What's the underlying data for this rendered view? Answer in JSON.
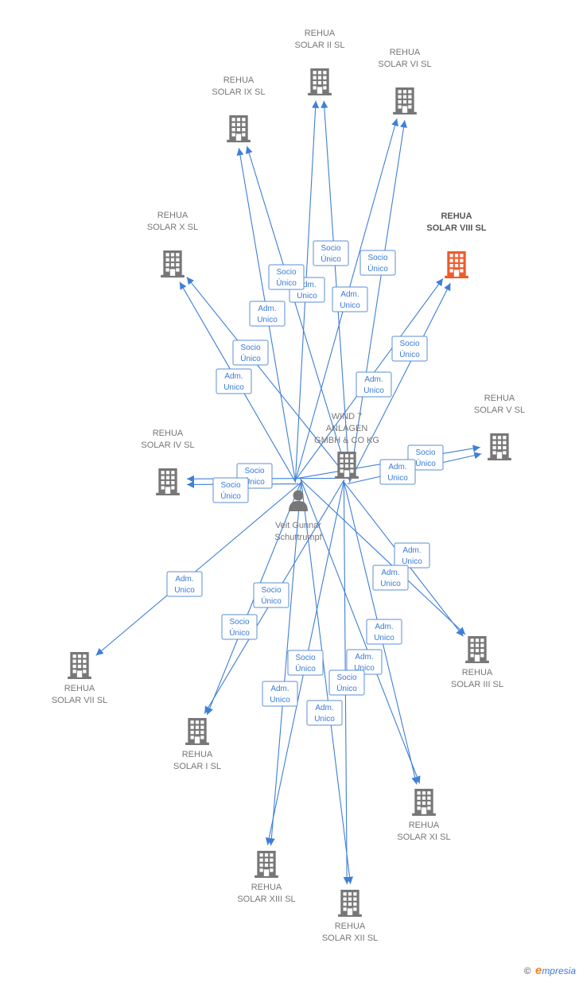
{
  "colors": {
    "edge": "#3f7fd6",
    "building": "#777777",
    "building_highlight": "#f05a28",
    "person": "#777777"
  },
  "nodes": [
    {
      "id": "s2",
      "type": "company",
      "line1": "REHUA",
      "line2": "SOLAR II SL"
    },
    {
      "id": "s6",
      "type": "company",
      "line1": "REHUA",
      "line2": "SOLAR VI SL"
    },
    {
      "id": "s9",
      "type": "company",
      "line1": "REHUA",
      "line2": "SOLAR IX SL"
    },
    {
      "id": "s10",
      "type": "company",
      "line1": "REHUA",
      "line2": "SOLAR X SL"
    },
    {
      "id": "s8",
      "type": "company",
      "line1": "REHUA",
      "line2": "SOLAR VIII SL",
      "highlight": true
    },
    {
      "id": "s5",
      "type": "company",
      "line1": "REHUA",
      "line2": "SOLAR V SL"
    },
    {
      "id": "s4",
      "type": "company",
      "line1": "REHUA",
      "line2": "SOLAR IV SL"
    },
    {
      "id": "wind",
      "type": "company",
      "line1": "WIND 7",
      "line2": "ANLAGEN",
      "line3": "GMBH & CO KG"
    },
    {
      "id": "veit",
      "type": "person",
      "line1": "Veit Gunnar",
      "line2": "Schuttrumpf"
    },
    {
      "id": "s7",
      "type": "company",
      "line1": "REHUA",
      "line2": "SOLAR VII SL"
    },
    {
      "id": "s3",
      "type": "company",
      "line1": "REHUA",
      "line2": "SOLAR III SL"
    },
    {
      "id": "s1",
      "type": "company",
      "line1": "REHUA",
      "line2": "SOLAR I SL"
    },
    {
      "id": "s11",
      "type": "company",
      "line1": "REHUA",
      "line2": "SOLAR XI SL"
    },
    {
      "id": "s13",
      "type": "company",
      "line1": "REHUA",
      "line2": "SOLAR XIII SL"
    },
    {
      "id": "s12",
      "type": "company",
      "line1": "REHUA",
      "line2": "SOLAR XII SL"
    }
  ],
  "edges": [
    {
      "from": "veit",
      "to": "s2"
    },
    {
      "from": "wind",
      "to": "s2"
    },
    {
      "from": "veit",
      "to": "s6"
    },
    {
      "from": "wind",
      "to": "s6"
    },
    {
      "from": "veit",
      "to": "s9"
    },
    {
      "from": "wind",
      "to": "s9"
    },
    {
      "from": "veit",
      "to": "s10"
    },
    {
      "from": "wind",
      "to": "s10"
    },
    {
      "from": "veit",
      "to": "s8"
    },
    {
      "from": "wind",
      "to": "s8"
    },
    {
      "from": "veit",
      "to": "s5"
    },
    {
      "from": "wind",
      "to": "s5"
    },
    {
      "from": "veit",
      "to": "s4"
    },
    {
      "from": "wind",
      "to": "s4"
    },
    {
      "from": "veit",
      "to": "s7"
    },
    {
      "from": "veit",
      "to": "s3"
    },
    {
      "from": "wind",
      "to": "s3"
    },
    {
      "from": "veit",
      "to": "s1"
    },
    {
      "from": "wind",
      "to": "s1"
    },
    {
      "from": "veit",
      "to": "s11"
    },
    {
      "from": "wind",
      "to": "s11"
    },
    {
      "from": "veit",
      "to": "s13"
    },
    {
      "from": "wind",
      "to": "s13"
    },
    {
      "from": "veit",
      "to": "s12"
    },
    {
      "from": "wind",
      "to": "s12"
    }
  ],
  "relation_labels": [
    {
      "line1": "Socio",
      "line2": "Único"
    },
    {
      "line1": "Socio",
      "line2": "Único"
    },
    {
      "line1": "Adm.",
      "line2": "Unico"
    },
    {
      "line1": "Socio",
      "line2": "Único"
    },
    {
      "line1": "Adm.",
      "line2": "Unico"
    },
    {
      "line1": "Adm.",
      "line2": "Unico"
    },
    {
      "line1": "Socio",
      "line2": "Único"
    },
    {
      "line1": "Socio",
      "line2": "Único"
    },
    {
      "line1": "Adm.",
      "line2": "Unico"
    },
    {
      "line1": "Adm.",
      "line2": "Unico"
    },
    {
      "line1": "Socio",
      "line2": "Único"
    },
    {
      "line1": "Adm.",
      "line2": "Unico"
    },
    {
      "line1": "Socio",
      "line2": "Único"
    },
    {
      "line1": "Socio",
      "line2": "Único"
    },
    {
      "line1": "Adm.",
      "line2": "Unico"
    },
    {
      "line1": "Adm.",
      "line2": "Unico"
    },
    {
      "line1": "Socio",
      "line2": "Único"
    },
    {
      "line1": "Adm.",
      "line2": "Unico"
    },
    {
      "line1": "Socio",
      "line2": "Único"
    },
    {
      "line1": "Adm.",
      "line2": "Unico"
    },
    {
      "line1": "Adm.",
      "line2": "Unico"
    },
    {
      "line1": "Socio",
      "line2": "Único"
    },
    {
      "line1": "Adm.",
      "line2": "Unico"
    },
    {
      "line1": "Socio",
      "line2": "Único"
    },
    {
      "line1": "Adm.",
      "line2": "Unico"
    },
    {
      "line1": "Socio",
      "line2": "Único"
    },
    {
      "line1": "Adm.",
      "line2": "Unico"
    },
    {
      "line1": "Adm.",
      "line2": "Unico"
    }
  ],
  "footer": {
    "copyright": "©",
    "brand_initial": "e",
    "brand_rest": "mpresia"
  }
}
